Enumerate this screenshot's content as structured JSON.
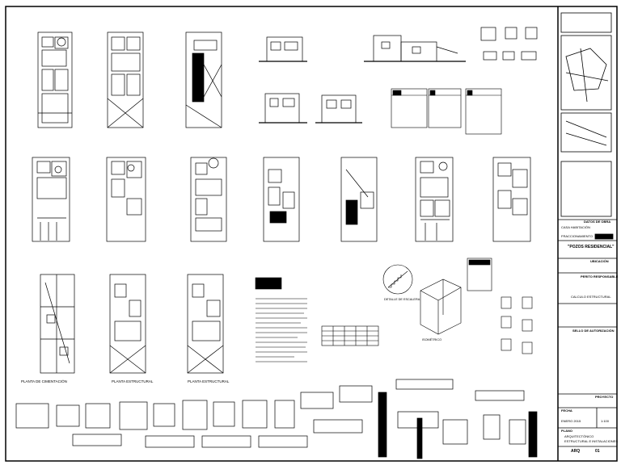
{
  "title_block": {
    "project_header": "DATOS DE OBRA",
    "use_label": "CASA HABITACIÓN",
    "subdivision_label": "FRACCIONAMIENTO",
    "project_name": "\"POZOS RESIDENCIAL\"",
    "location_header": "UBICACIÓN",
    "designer_header": "PERITO RESPONSABLE",
    "calc_label": "CALCULO ESTRUCTURAL",
    "approval_header": "SELLO DE AUTORIZACIÓN",
    "project_footer_header": "PROYECTO",
    "date_header": "FECHA",
    "date_value": "ENERO 2015",
    "scale_value": "1:100",
    "plan_header": "PLANO",
    "plan_lines": [
      "ARQUITECTÓNICO",
      "ESTRUCTURAL E INSTALACIONES"
    ],
    "sheet_number": "ARQ",
    "sheet_index": "01"
  },
  "drawing_labels": {
    "foundation_plan": "PLANTA DE CIMENTACIÓN",
    "ground_floor_struct": "PLANTA ESTRUCTURAL",
    "upper_floor_struct": "PLANTA ESTRUCTURAL",
    "stair_detail": "DETALLE DE ESCALERA",
    "isometric": "ISOMÉTRICO"
  }
}
